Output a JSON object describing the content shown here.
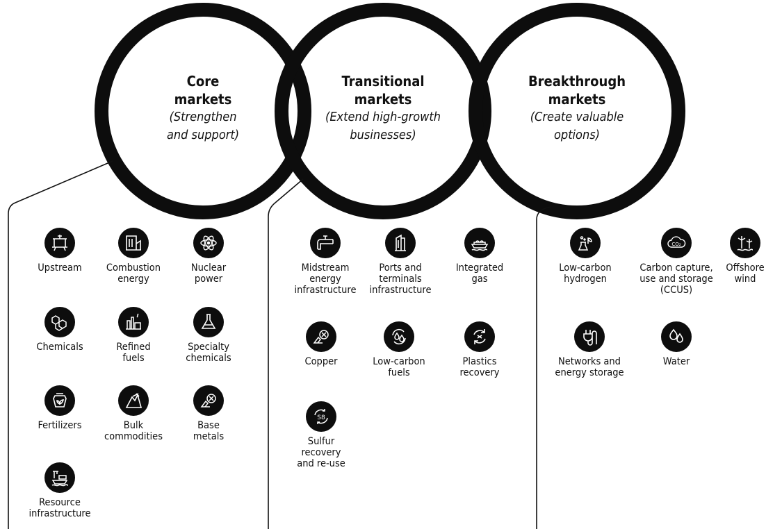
{
  "circles": [
    {
      "title_line1": "Core",
      "title_line2": "markets",
      "sub_line1": "(Strengthen",
      "sub_line2": "and support)"
    },
    {
      "title_line1": "Transitional",
      "title_line2": "markets",
      "sub_line1": "(Extend high-growth",
      "sub_line2": "businesses)"
    },
    {
      "title_line1": "Breakthrough",
      "title_line2": "markets",
      "sub_line1": "(Create valuable",
      "sub_line2": "options)"
    }
  ],
  "core_items": [
    {
      "l1": "Upstream",
      "l2": "",
      "icon": "oil-rig-icon"
    },
    {
      "l1": "Combustion",
      "l2": "energy",
      "icon": "power-plant-icon"
    },
    {
      "l1": "Nuclear",
      "l2": "power",
      "icon": "atom-icon"
    },
    {
      "l1": "Chemicals",
      "l2": "",
      "icon": "molecule-icon"
    },
    {
      "l1": "Refined",
      "l2": "fuels",
      "icon": "refinery-icon"
    },
    {
      "l1": "Specialty",
      "l2": "chemicals",
      "icon": "flask-icon"
    },
    {
      "l1": "Fertilizers",
      "l2": "",
      "icon": "fertilizer-bag-icon"
    },
    {
      "l1": "Bulk",
      "l2": "commodities",
      "icon": "mining-icon"
    },
    {
      "l1": "Base",
      "l2": "metals",
      "icon": "metal-ore-icon"
    },
    {
      "l1": "Resource",
      "l2": "infrastructure",
      "icon": "port-ship-icon"
    }
  ],
  "transitional_items": [
    {
      "l1": "Midstream",
      "l2": "energy",
      "l3": "infrastructure",
      "icon": "pipeline-icon"
    },
    {
      "l1": "Ports and",
      "l2": "terminals",
      "l3": "infrastructure",
      "icon": "terminal-building-icon"
    },
    {
      "l1": "Integrated",
      "l2": "gas",
      "l3": "",
      "icon": "lng-tanker-icon"
    },
    {
      "l1": "Copper",
      "l2": "",
      "l3": "",
      "icon": "copper-ore-icon"
    },
    {
      "l1": "Low-carbon",
      "l2": "fuels",
      "l3": "",
      "icon": "fuel-drops-icon"
    },
    {
      "l1": "Plastics",
      "l2": "recovery",
      "l3": "",
      "icon": "recycle-icon"
    },
    {
      "l1": "Sulfur",
      "l2": "recovery",
      "l3": "and re-use",
      "icon": "sulfur-cycle-icon"
    }
  ],
  "breakthrough_items": [
    {
      "l1": "Low-carbon",
      "l2": "hydrogen",
      "l3": "",
      "icon": "hydrogen-flask-icon"
    },
    {
      "l1": "Carbon capture,",
      "l2": "use and storage",
      "l3": "(CCUS)",
      "icon": "co2-cloud-icon"
    },
    {
      "l1": "Offshore",
      "l2": "wind",
      "l3": "",
      "icon": "wind-turbine-icon"
    },
    {
      "l1": "Networks and",
      "l2": "energy storage",
      "l3": "",
      "icon": "plug-icon"
    },
    {
      "l1": "Water",
      "l2": "",
      "l3": "",
      "icon": "water-drops-icon"
    }
  ],
  "co2_text": "CO₂"
}
